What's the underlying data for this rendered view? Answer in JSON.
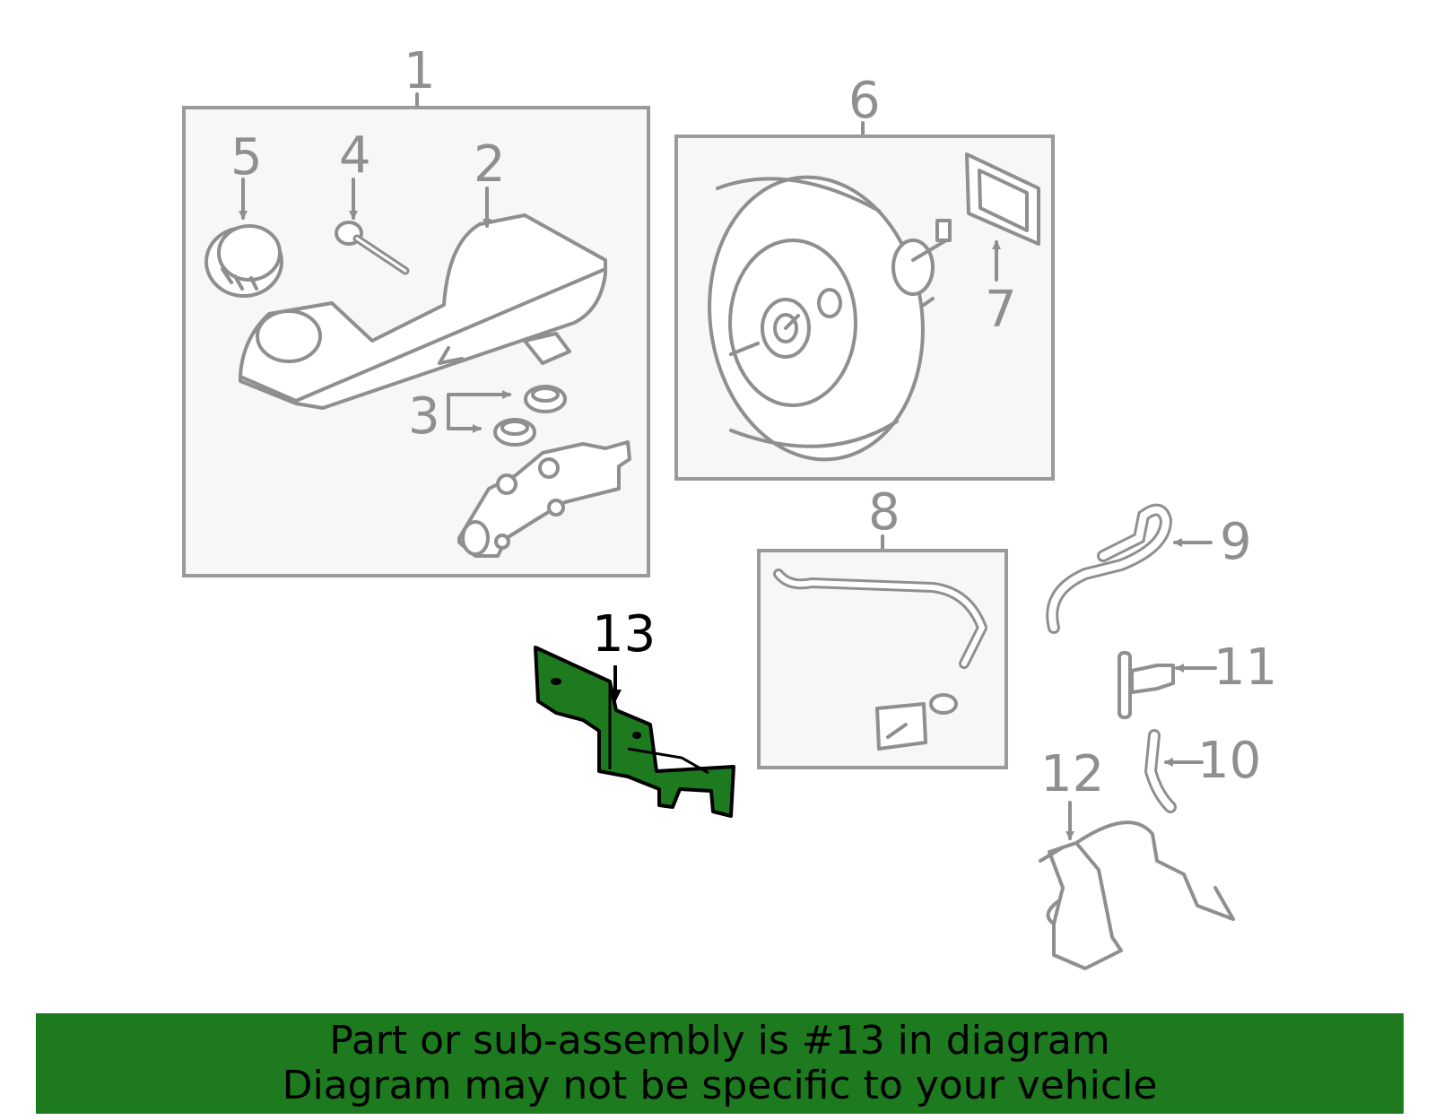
{
  "callouts": {
    "c1": "1",
    "c2": "2",
    "c3": "3",
    "c4": "4",
    "c5": "5",
    "c6": "6",
    "c7": "7",
    "c8": "8",
    "c9": "9",
    "c10": "10",
    "c11": "11",
    "c12": "12",
    "c13": "13"
  },
  "highlighted_part": "13",
  "colors": {
    "highlight": "#1e7a1e",
    "outline": "#8f8f8f",
    "box_fill": "#f7f7f7"
  },
  "banner": {
    "line1": "Part or sub-assembly is #13 in diagram",
    "line2": "Diagram may not be specific to your vehicle"
  }
}
